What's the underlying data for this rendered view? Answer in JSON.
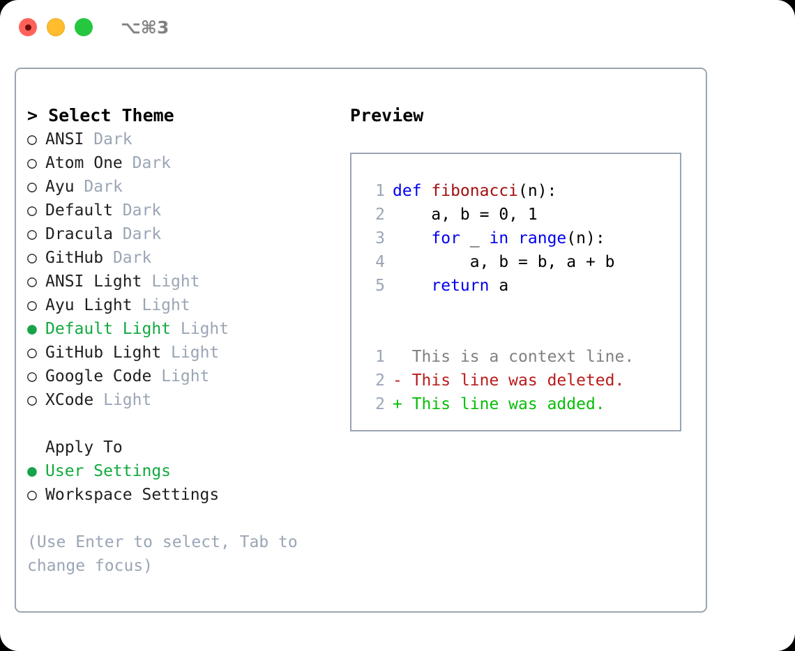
{
  "window": {
    "traffic_lights": [
      "close",
      "minimize",
      "maximize"
    ],
    "shortcut": "⌥⌘3",
    "colors": {
      "close": "#ff6159",
      "minimize": "#ffbd2e",
      "maximize": "#25c73f",
      "border": "#9aa5b1",
      "accent_green": "#12a93f",
      "muted": "#9aa5b5"
    }
  },
  "theme_select": {
    "prompt": "> Select Theme",
    "items": [
      {
        "bullet": "○",
        "name": "ANSI",
        "tag": "Dark",
        "selected": false
      },
      {
        "bullet": "○",
        "name": "Atom One",
        "tag": "Dark",
        "selected": false
      },
      {
        "bullet": "○",
        "name": "Ayu",
        "tag": "Dark",
        "selected": false
      },
      {
        "bullet": "○",
        "name": "Default",
        "tag": "Dark",
        "selected": false
      },
      {
        "bullet": "○",
        "name": "Dracula",
        "tag": "Dark",
        "selected": false
      },
      {
        "bullet": "○",
        "name": "GitHub",
        "tag": "Dark",
        "selected": false
      },
      {
        "bullet": "○",
        "name": "ANSI Light",
        "tag": "Light",
        "selected": false
      },
      {
        "bullet": "○",
        "name": "Ayu Light",
        "tag": "Light",
        "selected": false
      },
      {
        "bullet": "●",
        "name": "Default Light",
        "tag": "Light",
        "selected": true
      },
      {
        "bullet": "○",
        "name": "GitHub Light",
        "tag": "Light",
        "selected": false
      },
      {
        "bullet": "○",
        "name": "Google Code",
        "tag": "Light",
        "selected": false
      },
      {
        "bullet": "○",
        "name": "XCode",
        "tag": "Light",
        "selected": false
      }
    ]
  },
  "apply_to": {
    "heading": "Apply To",
    "options": [
      {
        "bullet": "●",
        "label": "User Settings",
        "selected": true
      },
      {
        "bullet": "○",
        "label": "Workspace Settings",
        "selected": false
      }
    ]
  },
  "hint": "(Use Enter to select, Tab to change focus)",
  "preview": {
    "title": "Preview",
    "code_lines": [
      {
        "no": "1",
        "segments": [
          {
            "t": "def ",
            "c": "kw"
          },
          {
            "t": "fibonacci",
            "c": "fn"
          },
          {
            "t": "(n):",
            "c": "plain"
          }
        ]
      },
      {
        "no": "2",
        "segments": [
          {
            "t": "    a, b = 0, 1",
            "c": "plain"
          }
        ]
      },
      {
        "no": "3",
        "segments": [
          {
            "t": "    ",
            "c": "plain"
          },
          {
            "t": "for",
            "c": "kw"
          },
          {
            "t": " _ ",
            "c": "plain"
          },
          {
            "t": "in",
            "c": "kw"
          },
          {
            "t": " ",
            "c": "plain"
          },
          {
            "t": "range",
            "c": "kw"
          },
          {
            "t": "(n):",
            "c": "plain"
          }
        ]
      },
      {
        "no": "4",
        "segments": [
          {
            "t": "        a, b = b, a + b",
            "c": "plain"
          }
        ]
      },
      {
        "no": "5",
        "segments": [
          {
            "t": "    ",
            "c": "plain"
          },
          {
            "t": "return",
            "c": "kw"
          },
          {
            "t": " a",
            "c": "plain"
          }
        ]
      }
    ],
    "diff_lines": [
      {
        "no": "1",
        "marker": "  ",
        "text": "This is a context line.",
        "kind": "context"
      },
      {
        "no": "2",
        "marker": "- ",
        "text": "This line was deleted.",
        "kind": "deleted"
      },
      {
        "no": "2",
        "marker": "+ ",
        "text": "This line was added.",
        "kind": "added"
      }
    ]
  }
}
